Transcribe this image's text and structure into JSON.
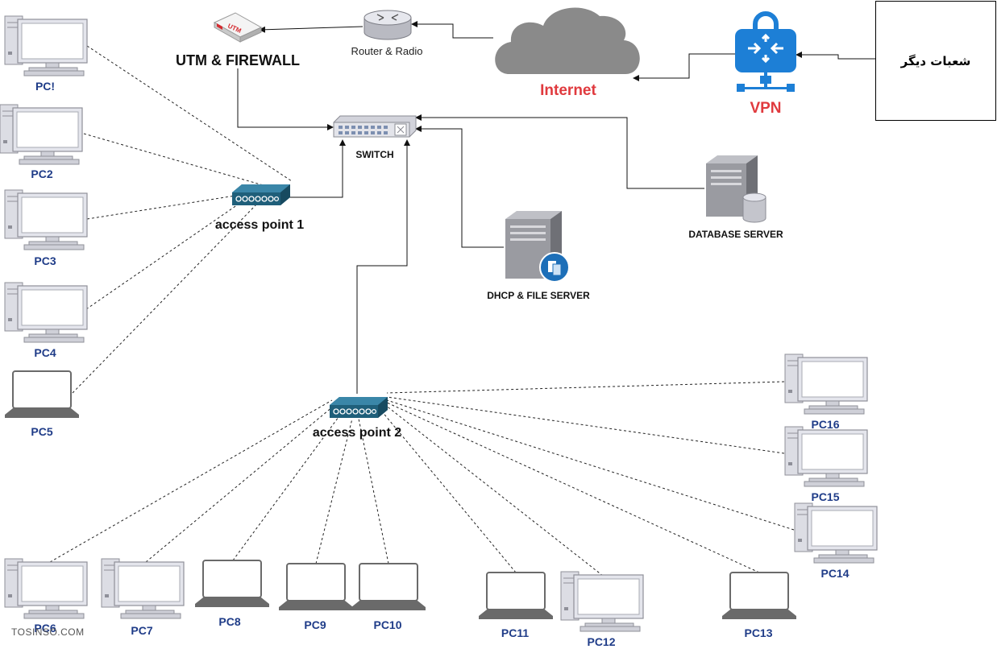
{
  "nodes": {
    "utm": "UTM & FIREWALL",
    "utm_badge": "UTM",
    "router": "Router & Radio",
    "internet": "Internet",
    "vpn": "VPN",
    "branches": "شعبات دیگر",
    "switch": "SWITCH",
    "database": "DATABASE SERVER",
    "dhcp": "DHCP & FILE SERVER",
    "ap1": "access point 1",
    "ap2": "access point 2"
  },
  "pcs": {
    "pc1": "PC!",
    "pc2": "PC2",
    "pc3": "PC3",
    "pc4": "PC4",
    "pc5": "PC5",
    "pc6": "PC6",
    "pc7": "PC7",
    "pc8": "PC8",
    "pc9": "PC9",
    "pc10": "PC10",
    "pc11": "PC11",
    "pc12": "PC12",
    "pc13": "PC13",
    "pc14": "PC14",
    "pc15": "PC15",
    "pc16": "PC16"
  },
  "watermark": "TOSINSO.COM",
  "colors": {
    "pc_label": "#1f3c88",
    "accent_red": "#e03a3e",
    "vpn_blue": "#1d7fd6",
    "ap_teal": "#1f5f7a",
    "cloud_gray": "#8a8a8a"
  }
}
